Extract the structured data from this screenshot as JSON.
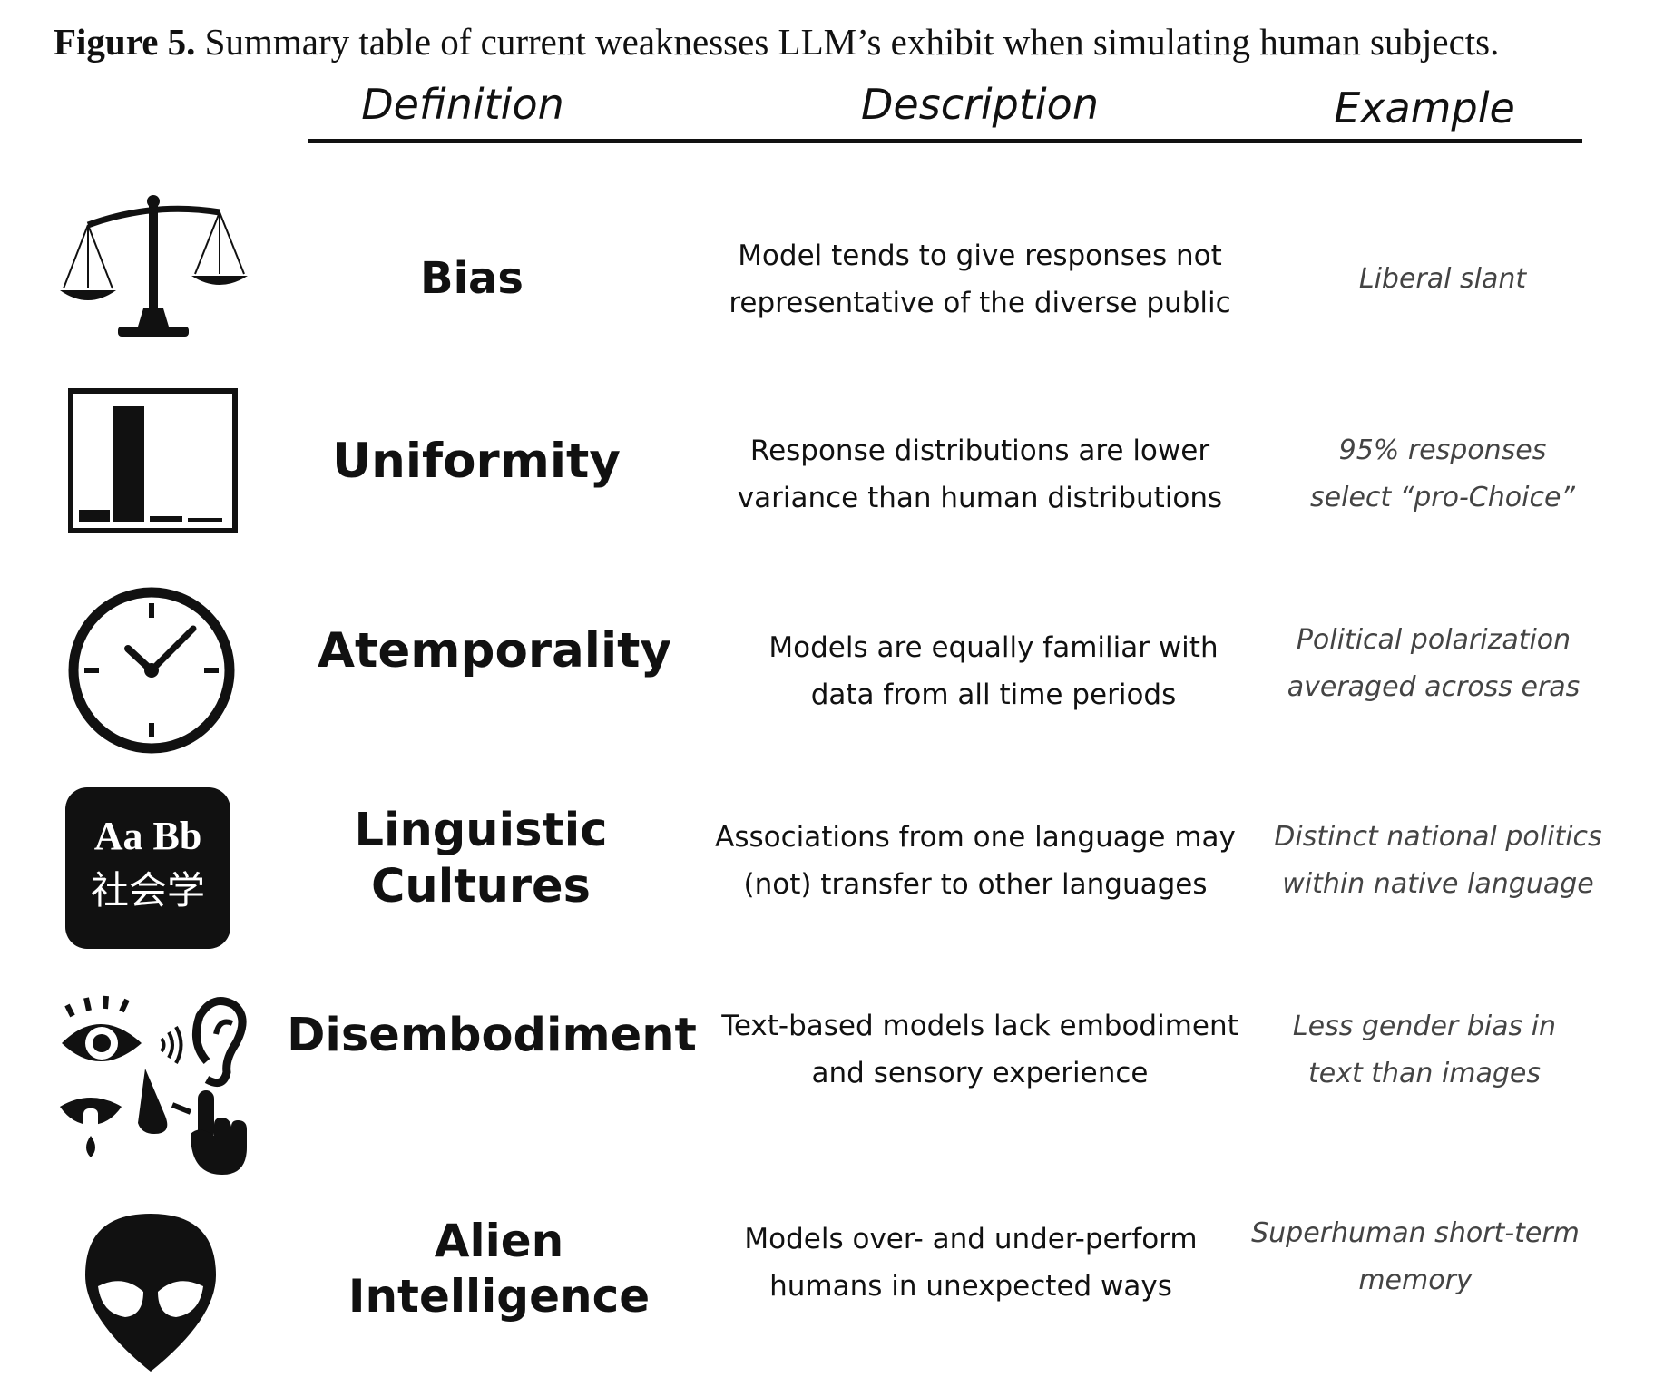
{
  "caption": {
    "label": "Figure 5.",
    "text": "Summary table of current weaknesses LLM’s exhibit when simulating human subjects."
  },
  "headers": {
    "definition": "Definition",
    "description": "Description",
    "example": "Example"
  },
  "rows": [
    {
      "icon": "scales-icon",
      "definition": [
        "Bias"
      ],
      "description": [
        "Model tends to give responses not",
        "representative of the diverse public"
      ],
      "example": [
        "Liberal slant"
      ]
    },
    {
      "icon": "bar-chart-icon",
      "definition": [
        "Uniformity"
      ],
      "description": [
        "Response distributions are lower",
        "variance than human distributions"
      ],
      "example": [
        "95% responses",
        "select “pro-Choice”"
      ]
    },
    {
      "icon": "clock-icon",
      "definition": [
        "Atemporality"
      ],
      "description": [
        "Models are equally familiar with",
        "data from all time periods"
      ],
      "example": [
        "Political polarization",
        "averaged across eras"
      ]
    },
    {
      "icon": "language-tile-icon",
      "icon_text": [
        "Aa Bb",
        "社会学"
      ],
      "definition": [
        "Linguistic",
        "Cultures"
      ],
      "description": [
        "Associations from one language may",
        "(not) transfer to other languages"
      ],
      "example": [
        "Distinct national politics",
        "within native language"
      ]
    },
    {
      "icon": "senses-icon",
      "definition": [
        "Disembodiment"
      ],
      "description": [
        "Text-based models lack embodiment",
        "and sensory experience"
      ],
      "example": [
        "Less gender bias in",
        "text than images"
      ]
    },
    {
      "icon": "alien-icon",
      "definition": [
        "Alien",
        "Intelligence"
      ],
      "description": [
        "Models over- and under-perform",
        "humans in unexpected ways"
      ],
      "example": [
        "Superhuman short-term",
        "memory"
      ]
    }
  ]
}
